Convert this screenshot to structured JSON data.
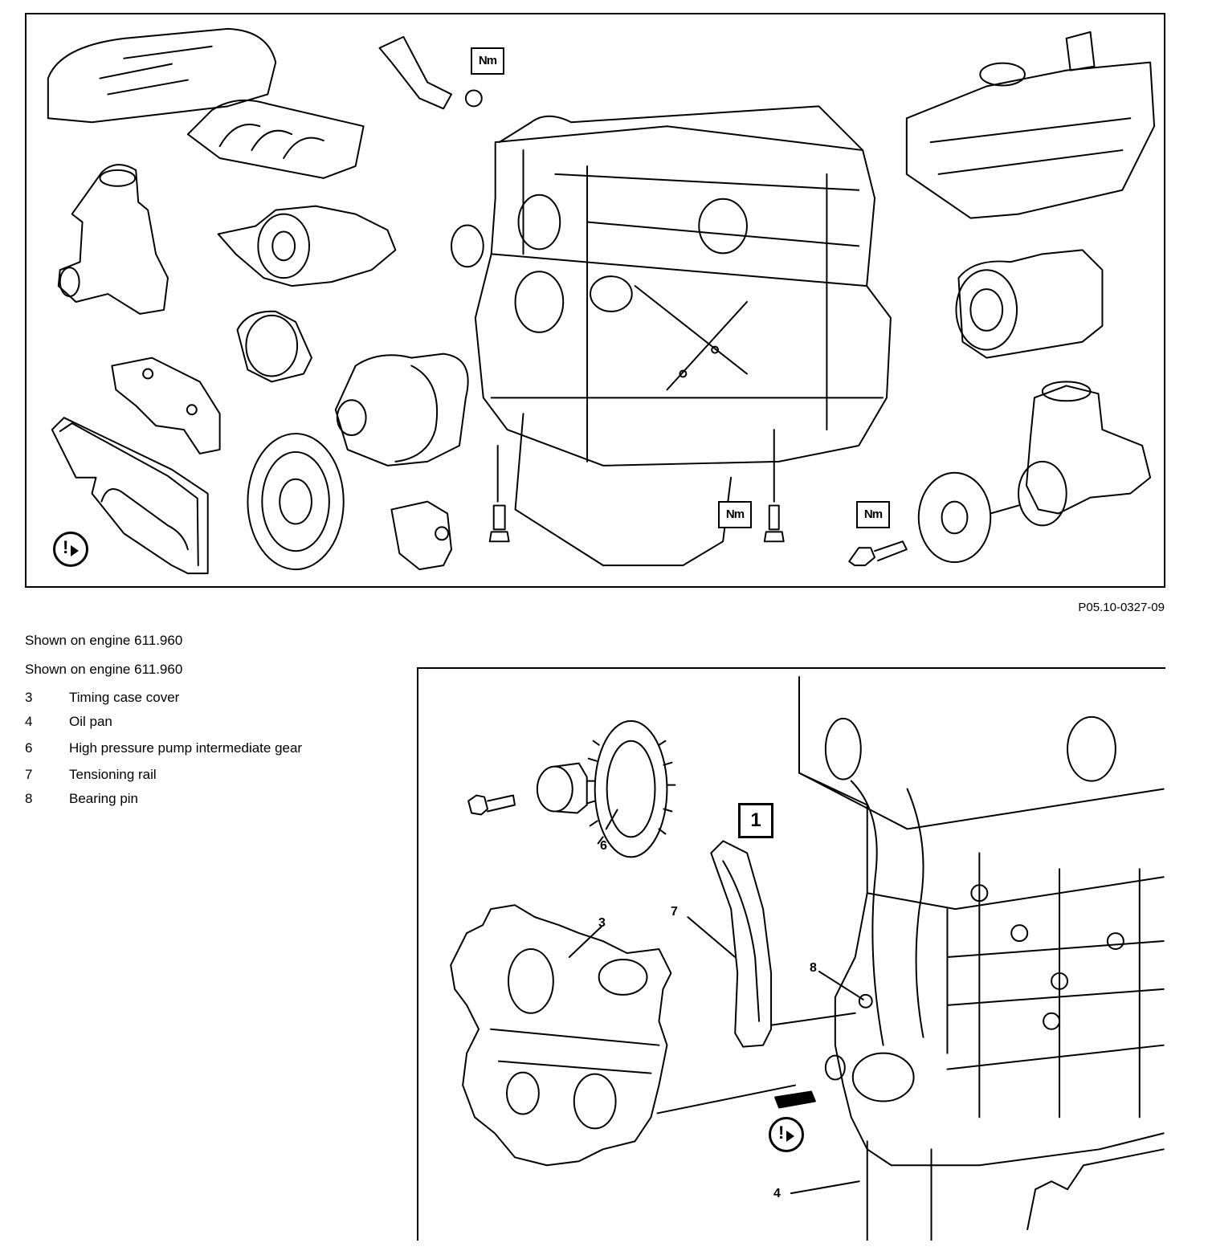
{
  "figure_reference": "P05.10-0327-09",
  "captions": [
    "Shown on engine 611.960",
    "Shown on engine 611.960"
  ],
  "legend": [
    {
      "number": "3",
      "label": "Timing case cover"
    },
    {
      "number": "4",
      "label": "Oil pan"
    },
    {
      "number": "6",
      "label": "High pressure pump intermediate gear"
    },
    {
      "number": "7",
      "label": "Tensioning rail"
    },
    {
      "number": "8",
      "label": "Bearing pin"
    }
  ],
  "top_figure": {
    "torque_symbol": "Nm"
  },
  "bottom_figure": {
    "detail_marker": "1",
    "callouts": [
      "6",
      "7",
      "3",
      "8",
      "4"
    ]
  }
}
